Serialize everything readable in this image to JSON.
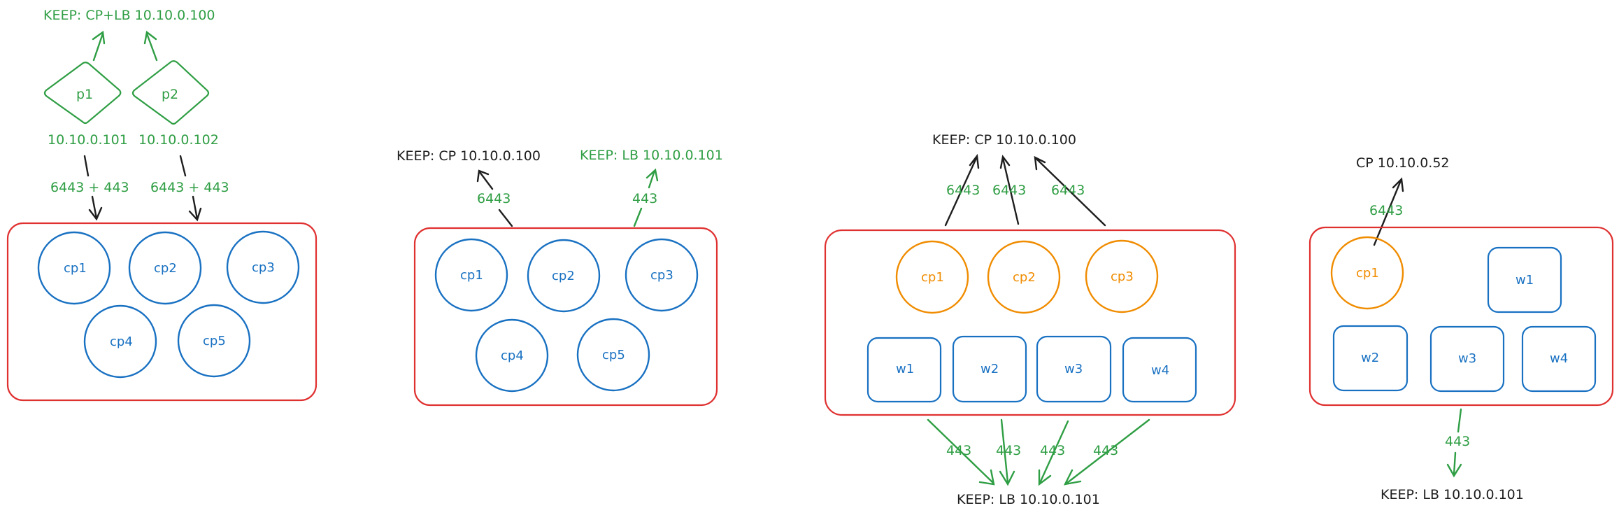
{
  "colors": {
    "green": "#2f9e44",
    "black": "#1e1e1e",
    "blue": "#1971c2",
    "orange": "#f08c00",
    "red": "#e03131"
  },
  "panel1": {
    "keep_label": "KEEP: CP+LB 10.10.0.100",
    "p1": "p1",
    "p2": "p2",
    "p1_ip": "10.10.0.101",
    "p2_ip": "10.10.0.102",
    "port_left": "6443 + 443",
    "port_right": "6443 + 443",
    "nodes": [
      "cp1",
      "cp2",
      "cp3",
      "cp4",
      "cp5"
    ]
  },
  "panel2": {
    "keep_cp": "KEEP: CP 10.10.0.100",
    "keep_lb": "KEEP: LB 10.10.0.101",
    "port_cp": "6443",
    "port_lb": "443",
    "nodes": [
      "cp1",
      "cp2",
      "cp3",
      "cp4",
      "cp5"
    ]
  },
  "panel3": {
    "keep_cp": "KEEP: CP 10.10.0.100",
    "keep_lb": "KEEP: LB 10.10.0.101",
    "ports_cp": [
      "6443",
      "6443",
      "6443"
    ],
    "ports_lb": [
      "443",
      "443",
      "443",
      "443"
    ],
    "cp_nodes": [
      "cp1",
      "cp2",
      "cp3"
    ],
    "workers": [
      "w1",
      "w2",
      "w3",
      "w4"
    ]
  },
  "panel4": {
    "cp_label": "CP 10.10.0.52",
    "keep_lb": "KEEP: LB 10.10.0.101",
    "port_cp": "6443",
    "port_lb": "443",
    "cp_nodes": [
      "cp1"
    ],
    "workers": [
      "w1",
      "w2",
      "w3",
      "w4"
    ]
  }
}
